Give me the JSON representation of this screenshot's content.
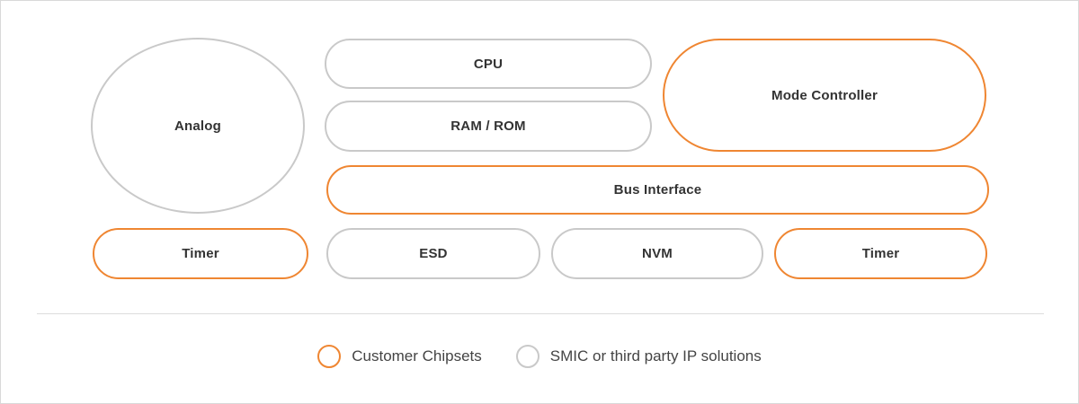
{
  "colors": {
    "customer_accent": "#ef8632",
    "third_party_gray": "#c9c9c9",
    "text": "#333333",
    "divider": "#dddddd",
    "frame_border": "#d9d9d9",
    "background": "#ffffff"
  },
  "blocks": [
    {
      "id": "analog",
      "label": "Analog",
      "type": "third_party",
      "shape": "ellipse"
    },
    {
      "id": "cpu",
      "label": "CPU",
      "type": "third_party",
      "shape": "pill"
    },
    {
      "id": "ram-rom",
      "label": "RAM / ROM",
      "type": "third_party",
      "shape": "pill"
    },
    {
      "id": "mode-controller",
      "label": "Mode Controller",
      "type": "customer",
      "shape": "pill"
    },
    {
      "id": "bus-interface",
      "label": "Bus Interface",
      "type": "customer",
      "shape": "pill"
    },
    {
      "id": "timer-left",
      "label": "Timer",
      "type": "customer",
      "shape": "pill"
    },
    {
      "id": "esd",
      "label": "ESD",
      "type": "third_party",
      "shape": "pill"
    },
    {
      "id": "nvm",
      "label": "NVM",
      "type": "third_party",
      "shape": "pill"
    },
    {
      "id": "timer-right",
      "label": "Timer",
      "type": "customer",
      "shape": "pill"
    }
  ],
  "legend": {
    "items": [
      {
        "label": "Customer Chipsets",
        "type": "customer"
      },
      {
        "label": "SMIC or third party IP solutions",
        "type": "third_party"
      }
    ]
  }
}
